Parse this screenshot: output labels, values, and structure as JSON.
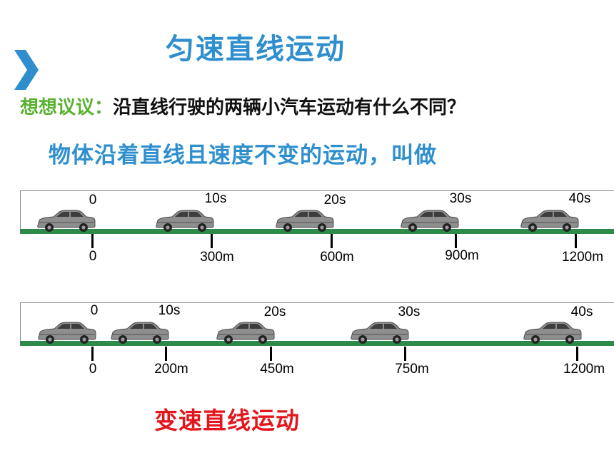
{
  "title": "匀速直线运动",
  "question": {
    "lead": "想想议议：",
    "text": "沿直线行驶的两辆小汽车运动有什么不同？"
  },
  "definition": "物体沿着直线且速度不变的运动，叫做",
  "track1": {
    "time_labels": [
      "0",
      "10s",
      "20s",
      "30s",
      "40s"
    ],
    "distance_labels": [
      "0",
      "300m",
      "600m",
      "900m",
      "1200m"
    ]
  },
  "track2": {
    "time_labels": [
      "0",
      "10s",
      "20s",
      "30s",
      "40s"
    ],
    "distance_labels": [
      "0",
      "200m",
      "450m",
      "750m",
      "1200m"
    ]
  },
  "bottom_label": "变速直线运动",
  "colors": {
    "title_blue": "#2f8fce",
    "lead_green": "#58b130",
    "road_green": "#2e8a4a",
    "red": "#e3161d"
  },
  "icons": {
    "arrow": "chevron-right-icon",
    "car": "car-icon"
  }
}
